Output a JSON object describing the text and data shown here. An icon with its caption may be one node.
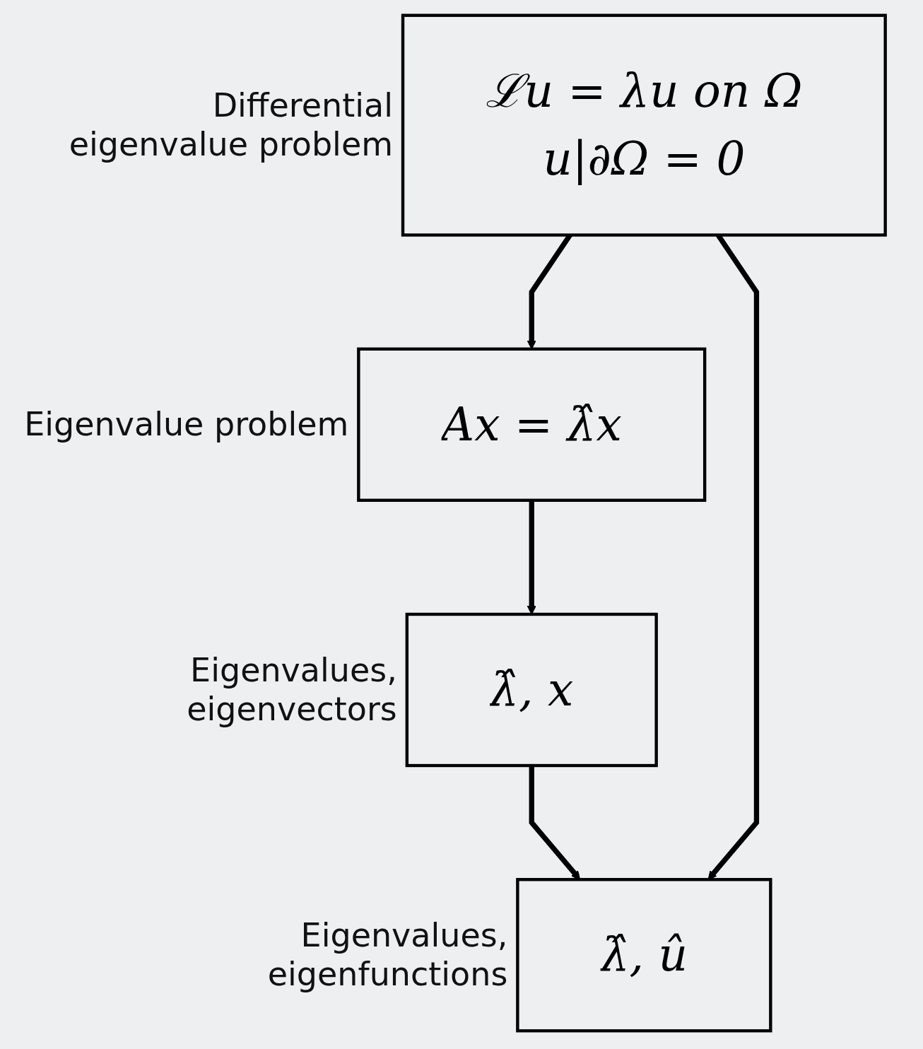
{
  "diagram": {
    "nodes": [
      {
        "text": [
          "ℒu = λu on Ω",
          "u|∂Ω = 0"
        ],
        "beside": [
          "Differential eigenvalue problem"
        ]
      },
      {
        "text": [
          "Ax = λ̂x"
        ],
        "beside": [
          "Eigenvalue problem"
        ]
      },
      {
        "text": [
          "λ̂, x"
        ],
        "beside": [
          "Eigenvalues, eigenvectors"
        ]
      },
      {
        "text": [
          "λ̂, û"
        ],
        "beside": [
          "Eigenvalues, eigenfunctions"
        ]
      }
    ],
    "edges": [
      {
        "from": 0,
        "to": 1,
        "arrow": "to"
      },
      {
        "from": 1,
        "to": 2,
        "arrow": "to"
      },
      {
        "from": 2,
        "to": 3,
        "arrow": "to"
      },
      {
        "from": 0,
        "to": 3,
        "arrow": "to"
      }
    ]
  }
}
